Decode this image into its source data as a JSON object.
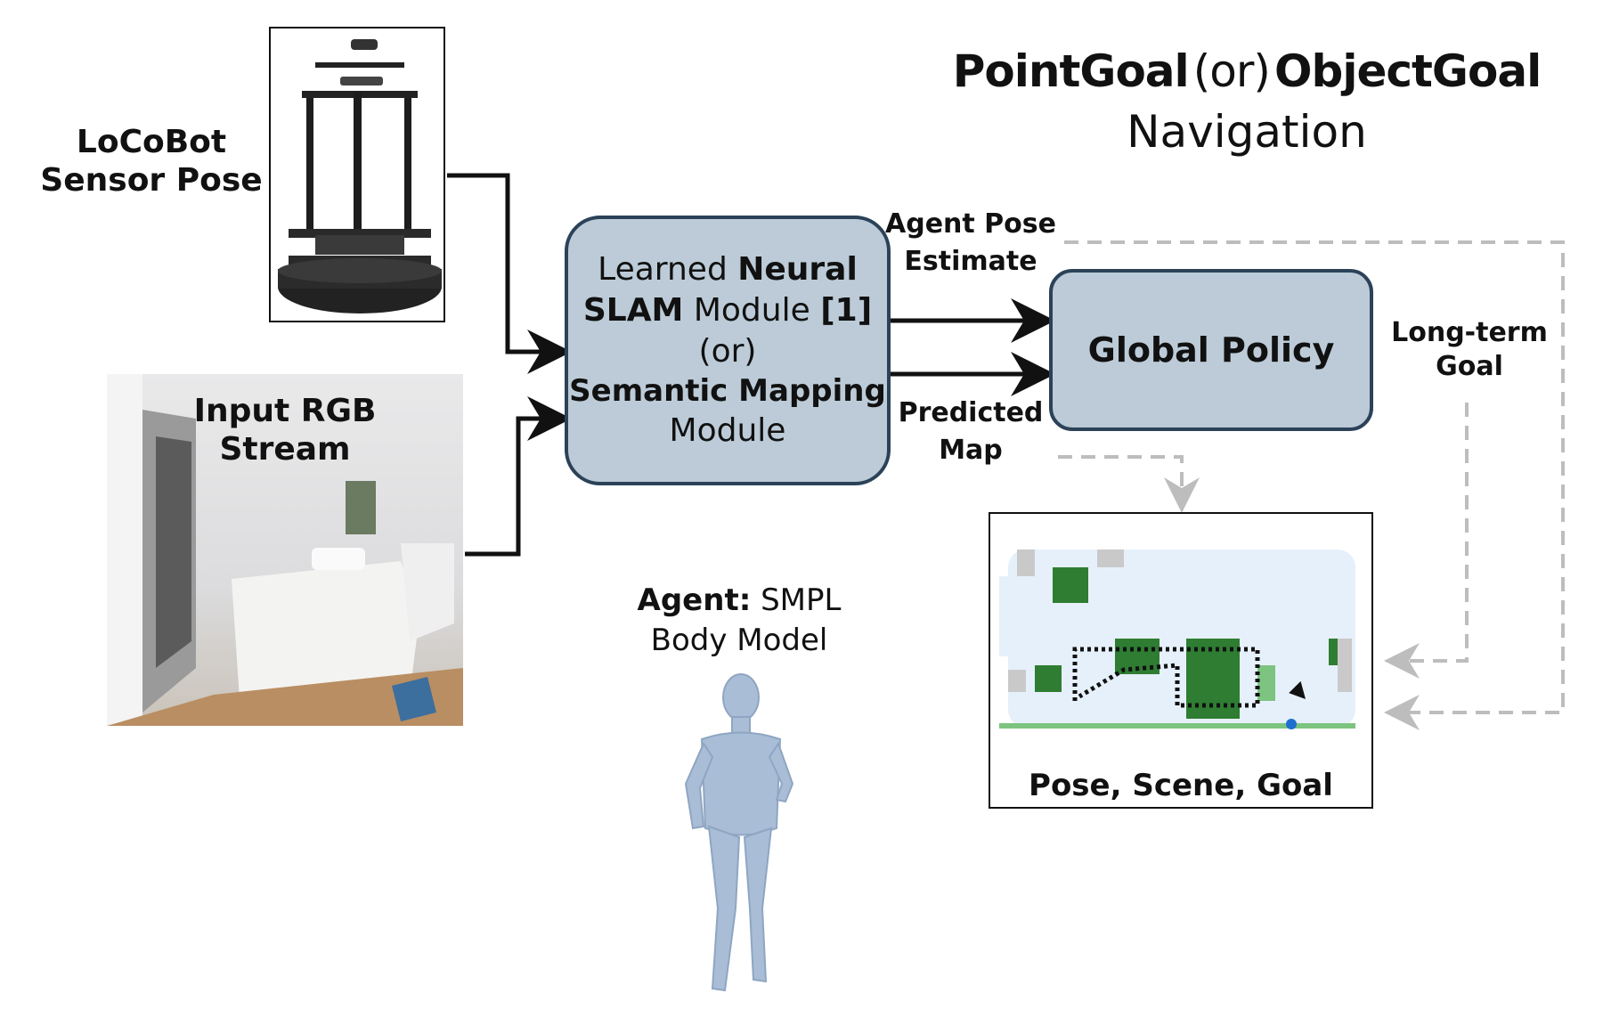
{
  "header": {
    "pointgoal": "PointGoal",
    "or": "(or)",
    "objectgoal": "ObjectGoal",
    "navigation": "Navigation"
  },
  "inputs": {
    "robot_label_line1": "LoCoBot",
    "robot_label_line2": "Sensor Pose",
    "rgb_label_line1": "Input RGB",
    "rgb_label_line2": "Stream"
  },
  "module": {
    "l1_a": "Learned ",
    "l1_b": "Neural",
    "l2_a": "SLAM",
    "l2_b": " Module ",
    "l2_c": "[1]",
    "l3": "(or)",
    "l4": "Semantic Mapping",
    "l5": "Module"
  },
  "policy": {
    "label": "Global Policy"
  },
  "edges": {
    "agent_pose_line1": "Agent Pose",
    "agent_pose_line2": "Estimate",
    "predicted_line1": "Predicted",
    "predicted_line2": "Map",
    "long_term_line1": "Long-term",
    "long_term_line2": "Goal"
  },
  "map": {
    "caption": "Pose, Scene, Goal"
  },
  "agent": {
    "line1_bold": "Agent:",
    "line1_rest": " SMPL",
    "line2": "Body Model"
  },
  "colors": {
    "box_fill": "#bccbd7",
    "box_border": "#2b4258",
    "dashed": "#bdbdbd",
    "map_green": "#2e7d32",
    "map_lightgreen": "#7cc47f",
    "map_water": "#e6f0fb",
    "body": "#a9bdd6"
  }
}
